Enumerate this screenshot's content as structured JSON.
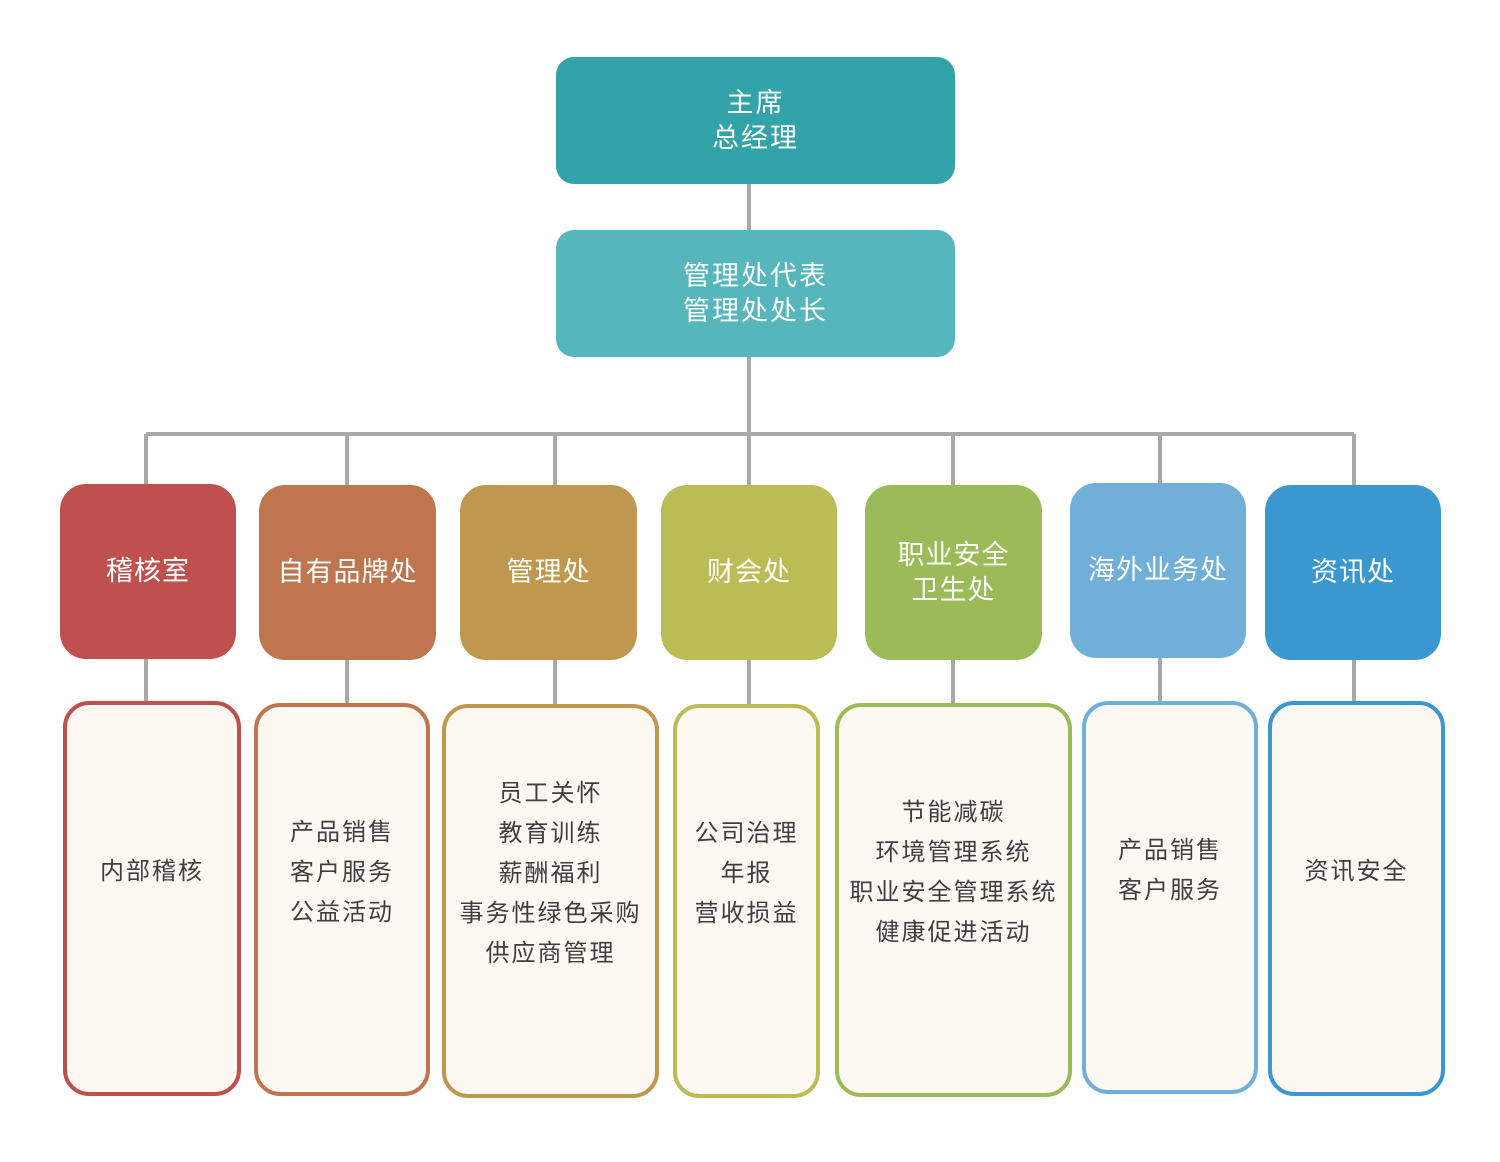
{
  "top": {
    "chairman": {
      "lines": [
        "主席",
        "总经理"
      ],
      "color": "#33a3aa"
    },
    "office_rep": {
      "lines": [
        "管理处代表",
        "管理处处长"
      ],
      "color": "#55b6bb"
    }
  },
  "departments": [
    {
      "name": [
        "稽核室"
      ],
      "color": "#c0504d",
      "duties": [
        "内部稽核"
      ]
    },
    {
      "name": [
        "自有品牌处"
      ],
      "color": "#bf764f",
      "duties": [
        "产品销售",
        "客户服务",
        "公益活动"
      ]
    },
    {
      "name": [
        "管理处"
      ],
      "color": "#bf974f",
      "duties": [
        "员工关怀",
        "教育训练",
        "薪酬福利",
        "事务性绿色采购",
        "供应商管理"
      ]
    },
    {
      "name": [
        "财会处"
      ],
      "color": "#bbbc55",
      "duties": [
        "公司治理",
        "年报",
        "营收损益"
      ]
    },
    {
      "name": [
        "职业安全",
        "卫生处"
      ],
      "color": "#9bbb59",
      "duties": [
        "节能减碳",
        "环境管理系统",
        "职业安全管理系统",
        "健康促进活动"
      ]
    },
    {
      "name": [
        "海外业务处"
      ],
      "color": "#70afd7",
      "duties": [
        "产品销售",
        "客户服务"
      ]
    },
    {
      "name": [
        "资讯处"
      ],
      "color": "#3b97d0",
      "duties": [
        "资讯安全"
      ]
    }
  ],
  "connector_color": "#a8a8a8"
}
